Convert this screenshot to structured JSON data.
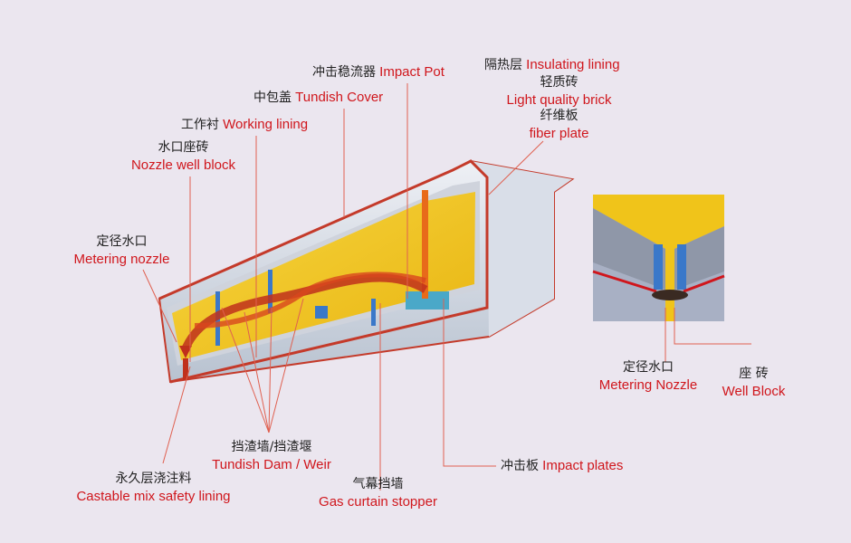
{
  "labels": {
    "impact_pot": {
      "cn": "冲击稳流器",
      "en": "Impact Pot"
    },
    "tundish_cover": {
      "cn": "中包盖",
      "en": "Tundish Cover"
    },
    "working_lining": {
      "cn": "工作衬",
      "en": "Working lining"
    },
    "nozzle_well_block": {
      "cn": "水口座砖",
      "en": "Nozzle well block"
    },
    "metering_nozzle": {
      "cn": "定径水口",
      "en": "Metering nozzle"
    },
    "insulating_lining": {
      "cn": "隔热层",
      "en": "Insulating lining"
    },
    "light_brick": {
      "cn": "轻质砖",
      "en": "Light quality brick"
    },
    "fiber_plate": {
      "cn": "纤维板",
      "en": "fiber plate"
    },
    "dam_weir": {
      "cn": "挡渣墙/挡渣堰",
      "en": "Tundish Dam / Weir"
    },
    "castable": {
      "cn": "永久层浇注料",
      "en": "Castable mix safety lining"
    },
    "gas_curtain": {
      "cn": "气幕挡墙",
      "en": "Gas curtain stopper"
    },
    "impact_plates": {
      "cn": "冲击板",
      "en": "Impact plates"
    },
    "inset_metering_nozzle": {
      "cn": "定径水口",
      "en": "Metering Nozzle"
    },
    "inset_well_block": {
      "cn": "座 砖",
      "en": "Well Block"
    }
  },
  "colors": {
    "background": "#ebe6ef",
    "label_red": "#d0161c",
    "steel": "#c43a2a",
    "lining": "#f2c21a"
  }
}
